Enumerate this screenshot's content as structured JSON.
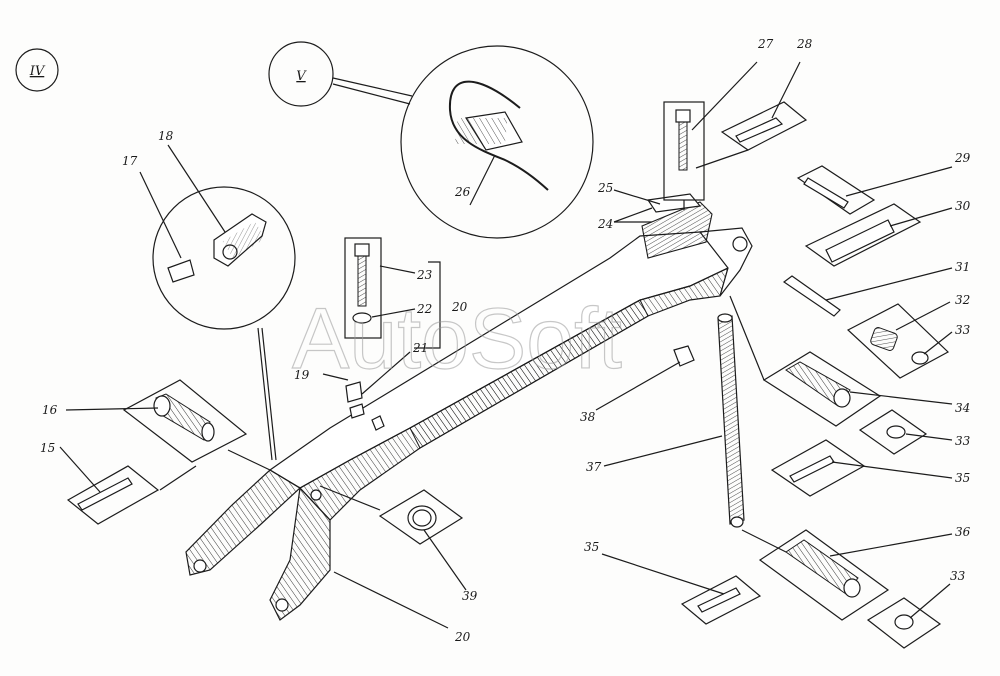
{
  "watermark": "AutoSoft",
  "view_labels": {
    "view_iv": "IV",
    "view_v": "V"
  },
  "callouts": {
    "c15": "15",
    "c16": "16",
    "c17": "17",
    "c18": "18",
    "c19": "19",
    "c20a": "20",
    "c20b": "20",
    "c21": "21",
    "c22": "22",
    "c23": "23",
    "c24": "24",
    "c25": "25",
    "c26": "26",
    "c27": "27",
    "c28": "28",
    "c29": "29",
    "c30": "30",
    "c31": "31",
    "c32": "32",
    "c33a": "33",
    "c33b": "33",
    "c33c": "33",
    "c34": "34",
    "c35a": "35",
    "c35b": "35",
    "c36": "36",
    "c37": "37",
    "c38": "38",
    "c39": "39"
  }
}
